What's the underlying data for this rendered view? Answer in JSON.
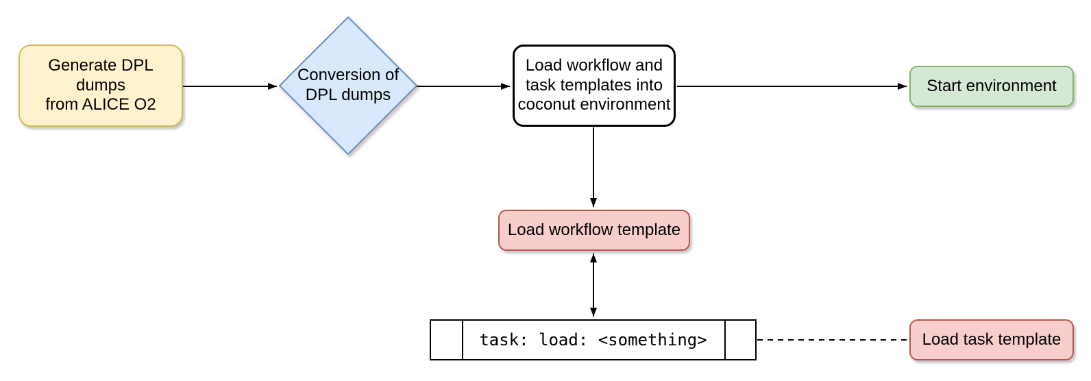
{
  "diagram": {
    "type": "flowchart",
    "nodes": [
      {
        "id": "generate-dpl-dumps",
        "shape": "rounded-rect",
        "label": "Generate DPL dumps\nfrom ALICE O2",
        "fill": "#FFF2CC",
        "stroke": "#D6B656"
      },
      {
        "id": "conversion-of-dpl-dumps",
        "shape": "diamond",
        "label": "Conversion of\nDPL dumps",
        "fill": "#DAE8FC",
        "stroke": "#6C8EBF"
      },
      {
        "id": "load-templates",
        "shape": "rounded-rect",
        "label": "Load workflow and\ntask templates into\ncoconut environment",
        "fill": "#FFFFFF",
        "stroke": "#000000"
      },
      {
        "id": "start-environment",
        "shape": "rounded-rect",
        "label": "Start environment",
        "fill": "#D5E8D4",
        "stroke": "#82B366"
      },
      {
        "id": "load-workflow-template",
        "shape": "rounded-rect",
        "label": "Load workflow template",
        "fill": "#F8CECC",
        "stroke": "#B85450"
      },
      {
        "id": "task-load-something",
        "shape": "process",
        "label": "task: load: <something>",
        "fill": "#FFFFFF",
        "stroke": "#000000"
      },
      {
        "id": "load-task-template",
        "shape": "rounded-rect",
        "label": "Load task template",
        "fill": "#F8CECC",
        "stroke": "#B85450"
      }
    ],
    "edges": [
      {
        "from": "generate-dpl-dumps",
        "to": "conversion-of-dpl-dumps",
        "style": "solid",
        "arrow": "end"
      },
      {
        "from": "conversion-of-dpl-dumps",
        "to": "load-templates",
        "style": "solid",
        "arrow": "end"
      },
      {
        "from": "load-templates",
        "to": "start-environment",
        "style": "solid",
        "arrow": "end"
      },
      {
        "from": "load-templates",
        "to": "load-workflow-template",
        "style": "solid",
        "arrow": "end"
      },
      {
        "from": "load-workflow-template",
        "to": "task-load-something",
        "style": "solid",
        "arrow": "both"
      },
      {
        "from": "task-load-something",
        "to": "load-task-template",
        "style": "dashed",
        "arrow": "none"
      }
    ],
    "colors": {
      "connector": "#000000",
      "yellow_fill": "#FFF2CC",
      "yellow_stroke": "#D6B656",
      "blue_fill": "#DAE8FC",
      "blue_stroke": "#6C8EBF",
      "green_fill": "#D5E8D4",
      "green_stroke": "#82B366",
      "red_fill": "#F8CECC",
      "red_stroke": "#B85450"
    }
  }
}
